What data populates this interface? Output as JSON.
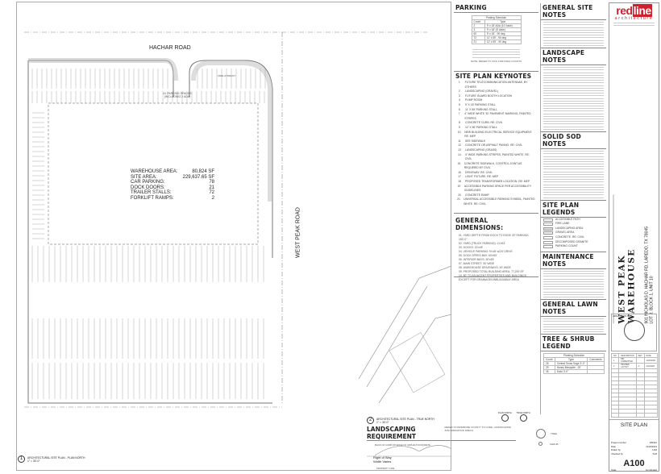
{
  "site_plan": {
    "road_north": "HACHAR ROAD",
    "road_east": "WEST PEAK ROAD",
    "parking_label": "41 PARKING SPACES (INCLUDING 2 ADA)",
    "fire_hydrant": "FIRE HYDRANT",
    "site_data": [
      {
        "label": "WAREHOUSE AREA:",
        "value": "80,824 SF"
      },
      {
        "label": "SITE AREA:",
        "value": "229,637.65 SF"
      },
      {
        "label": "CAR PARKING:",
        "value": "78"
      },
      {
        "label": "DOCK DOORS:",
        "value": "21"
      },
      {
        "label": "TRAILER STALLS:",
        "value": "72"
      },
      {
        "label": "FORKLIFT RAMPS:",
        "value": "2"
      }
    ],
    "view1_number": "1",
    "view1_title": "ARCHITECTURAL SITE PLAN - PLAN NORTH",
    "view1_scale": "1\" = 30'-0\"",
    "view2_number": "2",
    "view2_title": "ARCHITECTURAL SITE PLAN - TRUE NORTH",
    "view2_scale": "1\" = 30'-0\"",
    "plan_north": "PLAN NORTH",
    "true_north": "TRUE NORTH"
  },
  "parking": {
    "title": "PARKING",
    "schedule_title": "Parking Schedule",
    "headers": [
      "Count",
      "Type"
    ],
    "rows": [
      {
        "count": "2",
        "type": "9' x 18' ADA (10' Aisle)"
      },
      {
        "count": "3",
        "type": "9' x 18' (5' Aisle)"
      },
      {
        "count": "60",
        "type": "9' x 18' - 90 deg"
      },
      {
        "count": "72",
        "type": "11' x 55' - 90 deg"
      },
      {
        "count": "21",
        "type": "12' x 55' - 90 deg"
      }
    ],
    "note": "NOTE: REFER TO CIVIL FOR FINAL COUNTS"
  },
  "keynotes": {
    "title": "SITE PLAN KEYNOTES",
    "items": [
      "FUTURE TELECOMMUNICATION ANTENNAE, BY OTHERS",
      "LANDSCAPING (GRAVEL)",
      "FUTURE GUARD BOOTH LOCATION",
      "PUMP ROOM",
      "9' X 18' PARKING STALL",
      "11' X 55' PARKING STALL",
      "4\" WIDE WHITE 'ID' PAVEMENT MARKING, PAINTED STRIPES",
      "CONCRETE CURB. RE: CIVIL",
      "12' X 55' PARKING STALL",
      "NEW BUILDING ELECTRICAL SERVICE EQUIPMENT. RE: MEP",
      "SEE SIDEWALK",
      "CONCRETE OR ASPHALT PAVING. RE: CIVIL",
      "LANDSCAPING (GRASS)",
      "4\" WIDE PARKING STRIPES, PAINTED WHITE. RE: CIVIL",
      "CONCRETE SIDEWALK, CONTROL JOINT AS REQUIRED BY CIVIL",
      "DRIVEWAY. RE: CIVIL",
      "LIGHT FIXTURE. RE: MEP",
      "PROPOSED TRANSFORMER LOCATION. RE: MEP",
      "ACCESSIBLE PARKING SPACE PER ACCESSIBILITY GUIDELINES",
      "CONCRETE RAMP",
      "UNIVERSAL ACCESSIBLE PARKING SYMBOL, PAINTED WHITE. RE: CIVIL"
    ]
  },
  "dimensions": {
    "title": "GENERAL DIMENSIONS:",
    "items": [
      "01. YARD DEPTH FROM DOCK TO EDGE OF PARKING: 150'-0\"",
      "02. YARD (TRUCK PARKING): 11'x53'",
      "03. DOCKS: 13'x45'",
      "04. VEHICLE PARKING: 9'x18' w/24' DRIVE",
      "05. DOCK SPEED BAY: 60'x53'",
      "06. INTERIOR BAYS: 30'x53'",
      "07. MAIN STREET: 30' WIDE",
      "08. WAREHOUSE DRIVEWAYS: 30' WIDE",
      "09. PROPOSED TOTAL BUILDING AREA: 77,200 SF",
      "10. 80' TO ADJACENT PROPERTIES AND BUILDINGS EXCEPT FOR DRAINAGE/UNBUILDABLE AREA"
    ]
  },
  "notes": {
    "general_site": "GENERAL SITE NOTES",
    "landscape": "LANDSCAPE NOTES",
    "solid_sod": "SOLID SOD NOTES",
    "legends": "SITE PLAN LEGENDS",
    "legend_items": [
      "ACCESSIBLE PATH",
      "FIRE LANE",
      "LANDSCAPING AREA",
      "GRAVEL AREA",
      "CONCRETE. RE: CIVIL",
      "DECOMPOSED GRANITE",
      "PARKING COUNT"
    ],
    "maintenance": "MAINTENANCE NOTES",
    "general_lawn": "GENERAL LAWN NOTES"
  },
  "tree_legend": {
    "title": "TREE & SHRUB LEGEND",
    "schedule_title": "Planting Schedule",
    "headers": [
      "Count",
      "Type",
      "Comments"
    ],
    "rows": [
      {
        "count": "26",
        "type": "Central Texas Sage 3'-0\""
      },
      {
        "count": "29",
        "type": "Honey Mesquite - 20'"
      },
      {
        "count": "36",
        "type": "Sotol 3'-0\""
      }
    ],
    "symbols": [
      "TREE",
      "SHRUB"
    ]
  },
  "landscaping": {
    "title": "LANDSCAPING REQUIREMENT",
    "note": "REFER TO PRIMROSE COUNTY TX CODE, LANDSCAPING AND IRRIGATION SPECS",
    "curb_label": "BACK OF CURB OR EDGE OF ASPHALT/CONCRETE",
    "row_label": "Right of Way Width Varies",
    "property_line": "PROPERTY LINE"
  },
  "title_block": {
    "logo_red": "red",
    "logo_line": "line",
    "logo_sub": "architecture",
    "project_name": "WEST PEAK WAREHOUSE",
    "address1": "901 NICHOLAS D. HACHAR RD, LAREDO, TX 78045",
    "address2": "LOT 3, BLOCK 1, UNIT 10",
    "seal_label": "ARCHITECT'S SEAL",
    "revision_headers": [
      "NO.",
      "DESCRIPTION",
      "REV",
      "DATE"
    ],
    "revisions": [
      {
        "no": "1",
        "desc": "BID FORMATTED",
        "rev": "",
        "date": "11/23/2021"
      },
      {
        "no": "2",
        "desc": "REVISED LAYOUT",
        "rev": "2",
        "date": "2/11/2022"
      }
    ],
    "sheet_title": "SITE PLAN",
    "info": [
      {
        "label": "Project number",
        "value": "180321"
      },
      {
        "label": "Date",
        "value": "11/23/2021"
      },
      {
        "label": "Drawn by",
        "value": "LAM"
      },
      {
        "label": "Checked by",
        "value": "TLM"
      }
    ],
    "sheet_number": "A100",
    "scale_label": "Scale",
    "scale_value": "As indicated",
    "brand_color": "#d0202e"
  }
}
